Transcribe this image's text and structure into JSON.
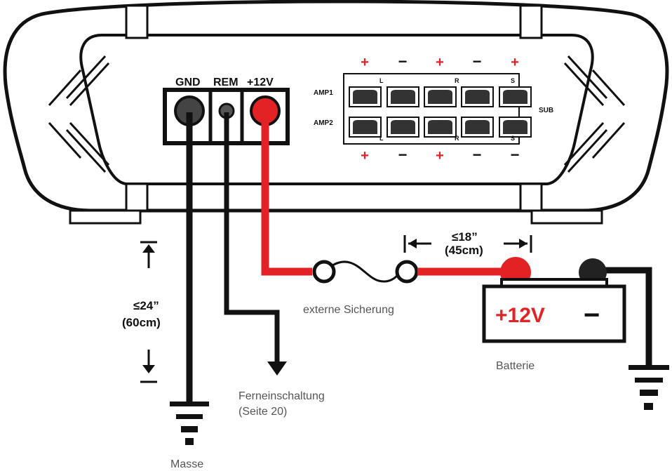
{
  "colors": {
    "positive_wire": "#e32226",
    "wire_dark": "#222222",
    "amp_outline": "#1a1a1a",
    "terminal": "#333333"
  },
  "amp": {
    "power_labels": {
      "gnd": "GND",
      "rem": "REM",
      "plus12": "+12V"
    },
    "speaker": {
      "top_polarity": [
        "+",
        "−",
        "+",
        "−",
        "+"
      ],
      "bottom_polarity": [
        "+",
        "−",
        "+",
        "−",
        "−"
      ],
      "row1_label": "AMP1",
      "row2_label": "AMP2",
      "top_channel_labels": [
        "L",
        "R",
        "S"
      ],
      "bottom_channel_labels": [
        "L",
        "R",
        "S"
      ],
      "sub_label": "SUB"
    }
  },
  "ground_distance": {
    "value": "≤24”",
    "metric": "(60cm)"
  },
  "fuse_distance": {
    "value": "≤18”",
    "metric": "(45cm)"
  },
  "fuse_label": "externe Sicherung",
  "remote_label_line1": "Ferneinschaltung",
  "remote_label_line2": "(Seite 20)",
  "ground_label": "Masse",
  "battery": {
    "plus_label": "+12V",
    "minus_label": "−",
    "caption": "Batterie"
  }
}
